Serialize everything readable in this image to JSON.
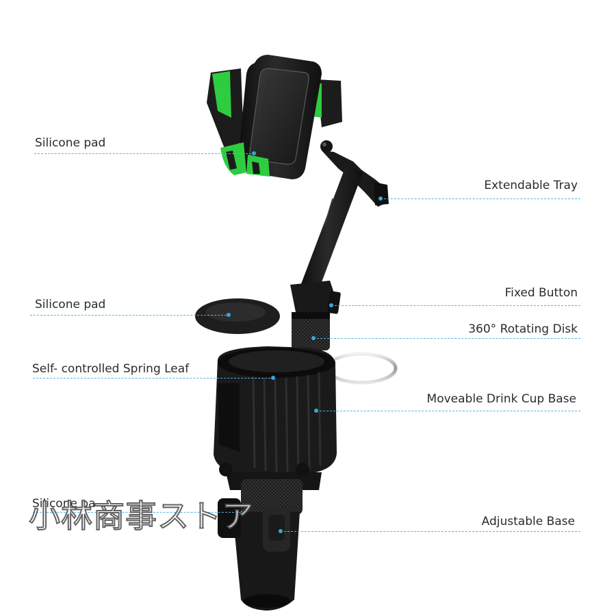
{
  "labels": {
    "silicone_pad_top": "Silicone pad",
    "extendable_tray": "Extendable Tray",
    "fixed_button": "Fixed Button",
    "silicone_pad_mid": "Silicone pad",
    "rotating_disk": "360° Rotating Disk",
    "spring_leaf": "Self- controlled Spring Leaf",
    "drink_cup_base": "Moveable Drink Cup Base",
    "silicone_pad_bottom": "Silicone pa",
    "adjustable_base": "Adjustable Base"
  },
  "watermark": "小林商事ストア",
  "colors": {
    "leader_line": "#4fb3e3",
    "accent_green": "#2ecc40",
    "product_black": "#1b1b1b"
  }
}
